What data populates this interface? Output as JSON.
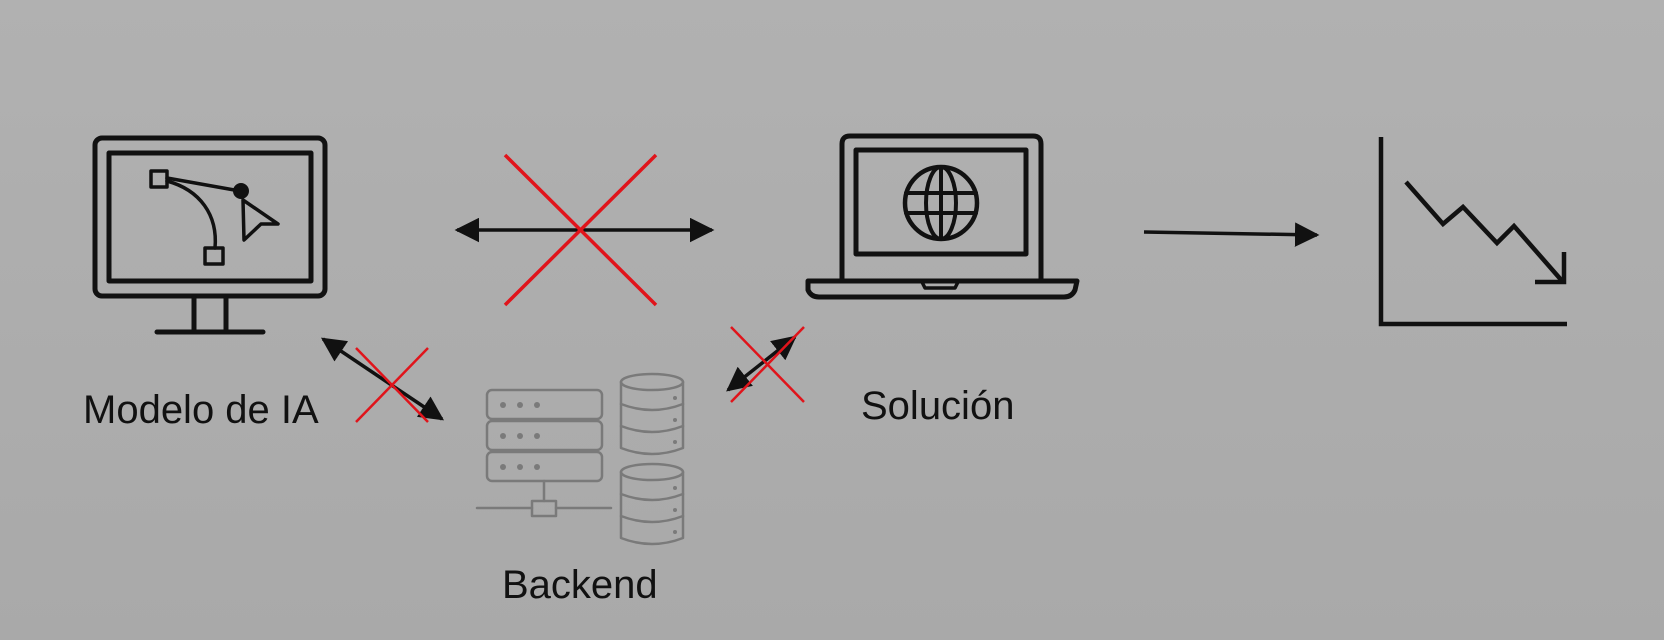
{
  "nodes": {
    "model": {
      "label": "Modelo de IA",
      "icon": "monitor-design-icon"
    },
    "backend": {
      "label": "Backend",
      "icon": "server-database-icon"
    },
    "solution": {
      "label": "Solución",
      "icon": "laptop-globe-icon"
    },
    "outcome": {
      "icon": "declining-chart-icon"
    }
  },
  "connections": [
    {
      "from": "model",
      "to": "solution",
      "type": "bidirectional",
      "blocked": true
    },
    {
      "from": "model",
      "to": "backend",
      "type": "bidirectional",
      "blocked": true
    },
    {
      "from": "backend",
      "to": "solution",
      "type": "bidirectional",
      "blocked": true
    },
    {
      "from": "solution",
      "to": "outcome",
      "type": "directional",
      "blocked": false
    }
  ],
  "colors": {
    "background": "#acacac",
    "stroke": "#111111",
    "backend_stroke": "#7a7a7a",
    "block_mark": "#e0141b"
  }
}
